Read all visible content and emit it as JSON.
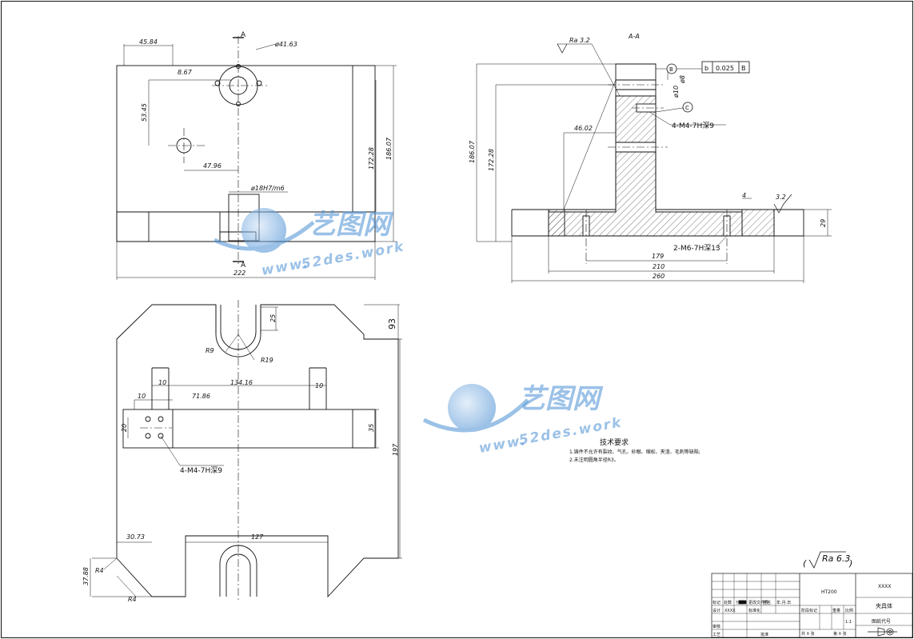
{
  "view_top": {
    "dims": [
      "45.84",
      "8.67",
      "ø41.63",
      "53.45",
      "47.96",
      "172.28",
      "186.07",
      "ø18H7/m6",
      "222"
    ],
    "section_markers": [
      "A",
      "A"
    ]
  },
  "view_section": {
    "title": "A-A",
    "roughness_top": "Ra 3.2",
    "tolerance": {
      "symbol": "b",
      "value": "0.025",
      "datum": "B"
    },
    "datum_labels": [
      "B",
      "C"
    ],
    "dims": [
      "ø8",
      "ø10",
      "46.02",
      "186.07",
      "172.28",
      "29",
      "179",
      "210",
      "260"
    ],
    "threads": [
      "4-M4-7H深9",
      "2-M6-7H深13"
    ],
    "roughness_small": "3.2",
    "small_tag": "4"
  },
  "view_bottom": {
    "dims": [
      "25",
      "R9",
      "R19",
      "93",
      "10",
      "134.16",
      "10",
      "10",
      "71.86",
      "35",
      "20",
      "197",
      "30.73",
      "127",
      "R4",
      "37.88",
      "R4"
    ],
    "thread": "4-M4-7H深9"
  },
  "tech_req": {
    "title": "技术要求",
    "lines": [
      "1.铸件不允许有裂纹、气孔、砂眼、缩松、夹渣、毛刺等缺陷;",
      "2.未注明圆角半径R3。"
    ]
  },
  "roughness_general": "Ra 6.3",
  "title_block": {
    "material": "HT200",
    "company": "XXXX",
    "part_name": "夹具体",
    "drawing_no": "图纸代号",
    "scale": "1:1",
    "labels": [
      "标记",
      "处数",
      "分区",
      "更改文件号",
      "签名",
      "年.月.日",
      "设计",
      "XXXX",
      "标准化",
      "阶段标记",
      "重量",
      "比例",
      "审核",
      "工艺",
      "批准",
      "共 X 张",
      "第 X 张"
    ]
  },
  "watermarks": [
    {
      "brand": "艺图网",
      "url": "52des.work",
      "url_prefix": "www."
    },
    {
      "brand": "艺图网",
      "url": "52des.work",
      "url_prefix": "www."
    }
  ]
}
